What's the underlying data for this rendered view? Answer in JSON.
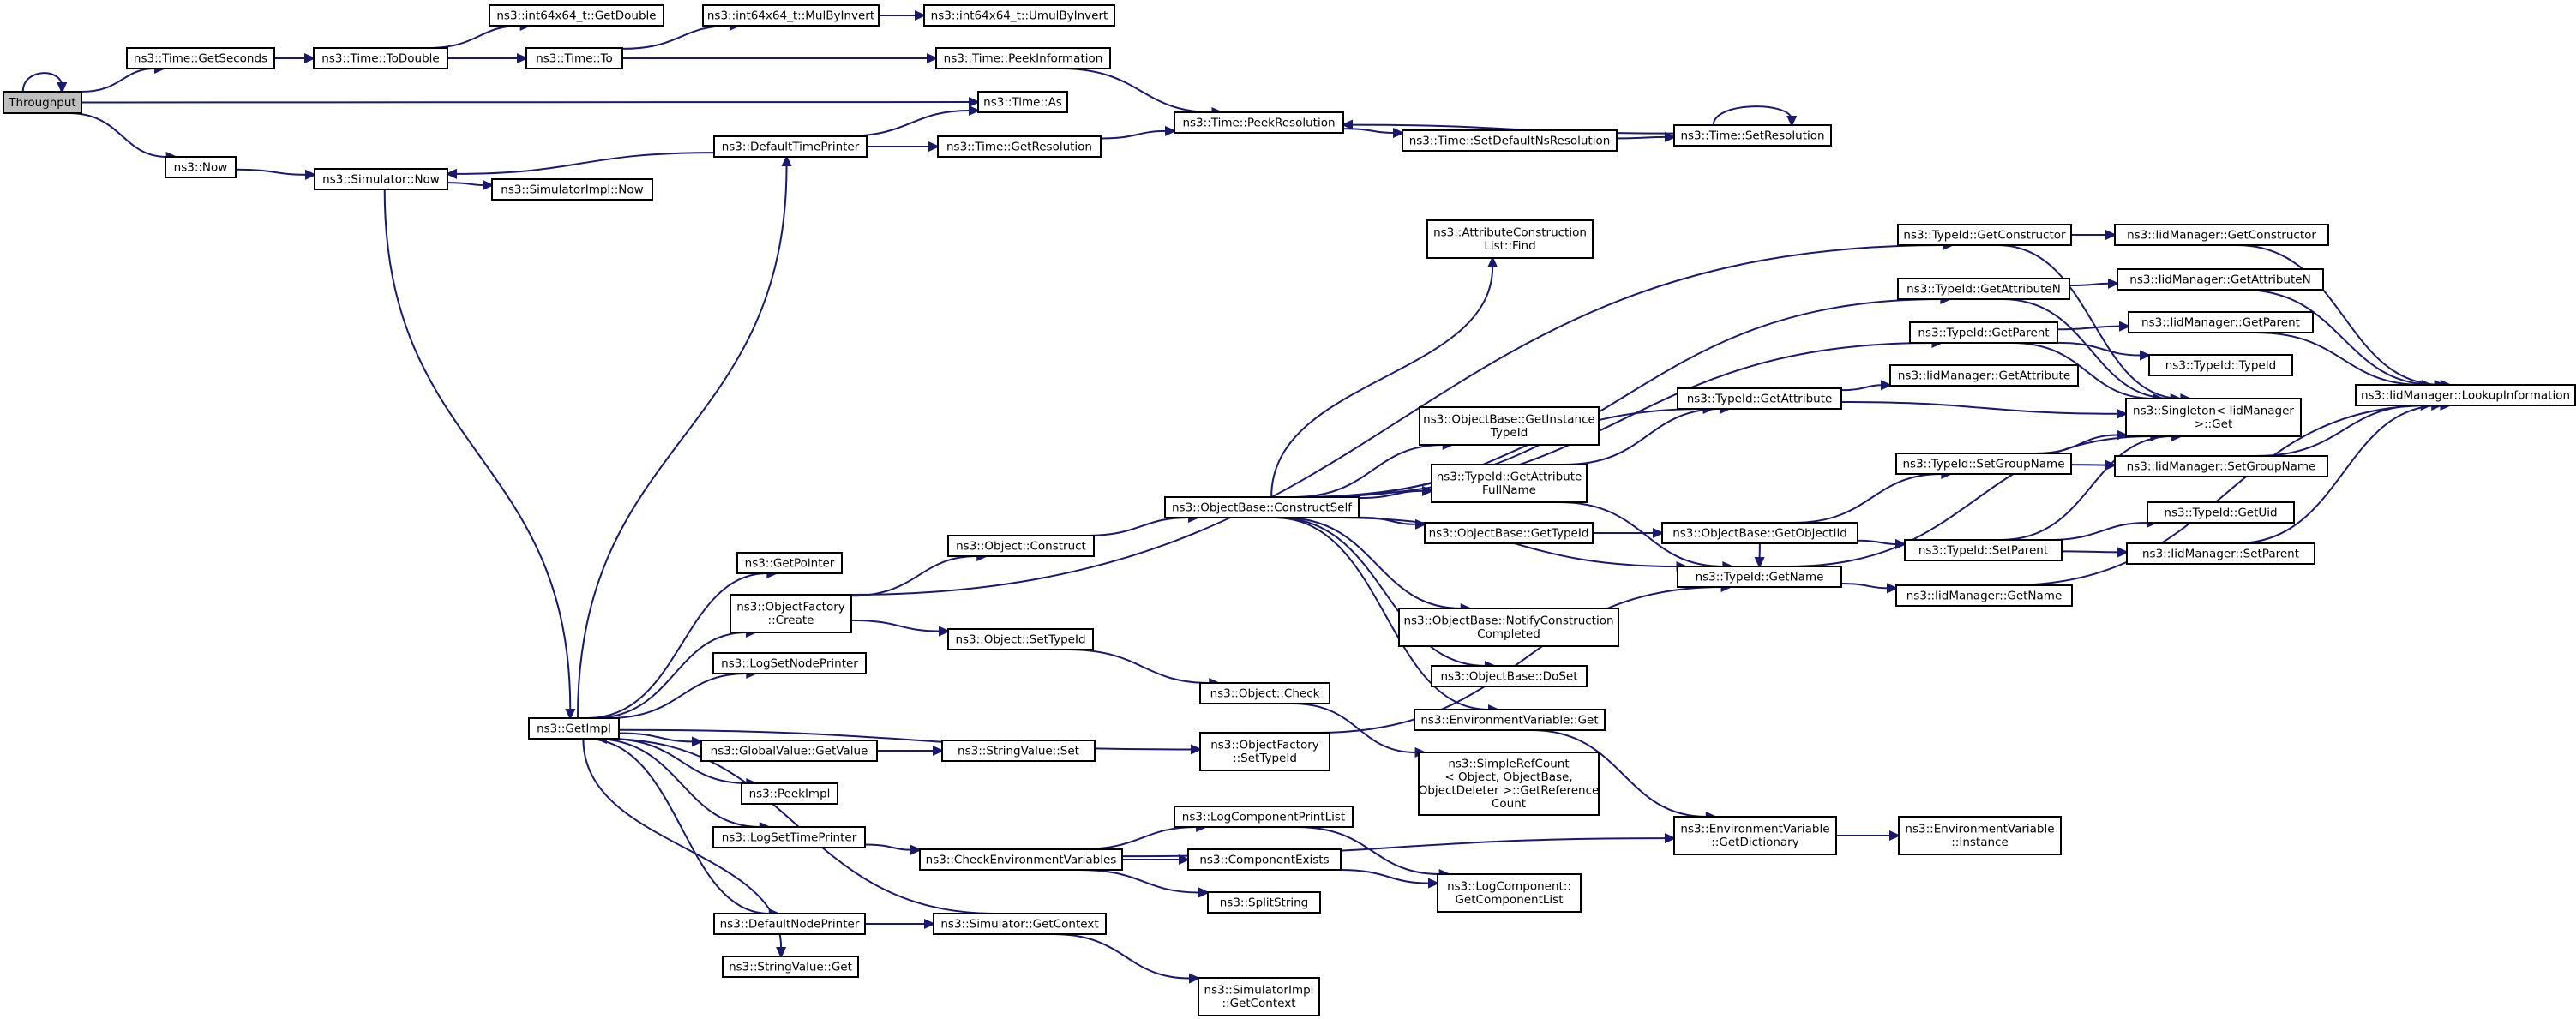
{
  "nodes": [
    {
      "id": "throughput",
      "lines": [
        "Throughput"
      ],
      "root": true
    },
    {
      "id": "getseconds",
      "lines": [
        "ns3::Time::GetSeconds"
      ]
    },
    {
      "id": "todouble",
      "lines": [
        "ns3::Time::ToDouble"
      ]
    },
    {
      "id": "int_getdouble",
      "lines": [
        "ns3::int64x64_t::GetDouble"
      ]
    },
    {
      "id": "time_to",
      "lines": [
        "ns3::Time::To"
      ]
    },
    {
      "id": "mulbyinvert",
      "lines": [
        "ns3::int64x64_t::MulByInvert"
      ]
    },
    {
      "id": "umulbyinvert",
      "lines": [
        "ns3::int64x64_t::UmulByInvert"
      ]
    },
    {
      "id": "peekinformation",
      "lines": [
        "ns3::Time::PeekInformation"
      ]
    },
    {
      "id": "time_as",
      "lines": [
        "ns3::Time::As"
      ]
    },
    {
      "id": "peekresolution",
      "lines": [
        "ns3::Time::PeekResolution"
      ]
    },
    {
      "id": "defaulttimeprinter",
      "lines": [
        "ns3::DefaultTimePrinter"
      ]
    },
    {
      "id": "getresolution",
      "lines": [
        "ns3::Time::GetResolution"
      ]
    },
    {
      "id": "setdefaultnsres",
      "lines": [
        "ns3::Time::SetDefaultNsResolution"
      ]
    },
    {
      "id": "setresolution",
      "lines": [
        "ns3::Time::SetResolution"
      ]
    },
    {
      "id": "ns3now",
      "lines": [
        "ns3::Now"
      ]
    },
    {
      "id": "simulatornow",
      "lines": [
        "ns3::Simulator::Now"
      ]
    },
    {
      "id": "simulatorimplnow",
      "lines": [
        "ns3::SimulatorImpl::Now"
      ]
    },
    {
      "id": "getimpl",
      "lines": [
        "ns3::GetImpl"
      ]
    },
    {
      "id": "getpointer",
      "lines": [
        "ns3::GetPointer"
      ]
    },
    {
      "id": "objectfactorycreate",
      "lines": [
        "ns3::ObjectFactory",
        "::Create"
      ]
    },
    {
      "id": "logsetnodeprinter",
      "lines": [
        "ns3::LogSetNodePrinter"
      ]
    },
    {
      "id": "globalvalueget",
      "lines": [
        "ns3::GlobalValue::GetValue"
      ]
    },
    {
      "id": "stringvalueset",
      "lines": [
        "ns3::StringValue::Set"
      ]
    },
    {
      "id": "peekimpl",
      "lines": [
        "ns3::PeekImpl"
      ]
    },
    {
      "id": "logsettimeprinter",
      "lines": [
        "ns3::LogSetTimePrinter"
      ]
    },
    {
      "id": "checkenvvars",
      "lines": [
        "ns3::CheckEnvironmentVariables"
      ]
    },
    {
      "id": "defaultnodeprinter",
      "lines": [
        "ns3::DefaultNodePrinter"
      ]
    },
    {
      "id": "simgetcontext",
      "lines": [
        "ns3::Simulator::GetContext"
      ]
    },
    {
      "id": "stringvalueget",
      "lines": [
        "ns3::StringValue::Get"
      ]
    },
    {
      "id": "simimplgetcontext",
      "lines": [
        "ns3::SimulatorImpl",
        "::GetContext"
      ]
    },
    {
      "id": "objectconstruct",
      "lines": [
        "ns3::Object::Construct"
      ]
    },
    {
      "id": "objectsettypeid",
      "lines": [
        "ns3::Object::SetTypeId"
      ]
    },
    {
      "id": "objectcheck",
      "lines": [
        "ns3::Object::Check"
      ]
    },
    {
      "id": "objfactorysettypeid",
      "lines": [
        "ns3::ObjectFactory",
        "::SetTypeId"
      ]
    },
    {
      "id": "logcompprintlist",
      "lines": [
        "ns3::LogComponentPrintList"
      ]
    },
    {
      "id": "componentexists",
      "lines": [
        "ns3::ComponentExists"
      ]
    },
    {
      "id": "splitstring",
      "lines": [
        "ns3::SplitString"
      ]
    },
    {
      "id": "constructself",
      "lines": [
        "ns3::ObjectBase::ConstructSelf"
      ]
    },
    {
      "id": "attrconstlistfind",
      "lines": [
        "ns3::AttributeConstruction",
        "List::Find"
      ]
    },
    {
      "id": "getinstancetypeid",
      "lines": [
        "ns3::ObjectBase::GetInstance",
        "TypeId"
      ]
    },
    {
      "id": "getattrfullname",
      "lines": [
        "ns3::TypeId::GetAttribute",
        "FullName"
      ]
    },
    {
      "id": "objbasegettypeid",
      "lines": [
        "ns3::ObjectBase::GetTypeId"
      ]
    },
    {
      "id": "notifyconstcompleted",
      "lines": [
        "ns3::ObjectBase::NotifyConstruction",
        "Completed"
      ]
    },
    {
      "id": "doset",
      "lines": [
        "ns3::ObjectBase::DoSet"
      ]
    },
    {
      "id": "envvarget",
      "lines": [
        "ns3::EnvironmentVariable::Get"
      ]
    },
    {
      "id": "simplerefcount",
      "lines": [
        "ns3::SimpleRefCount",
        "< Object, ObjectBase,",
        "ObjectDeleter >::GetReference",
        "Count"
      ]
    },
    {
      "id": "getcomponentlist",
      "lines": [
        "ns3::LogComponent::",
        "GetComponentList"
      ]
    },
    {
      "id": "typeidgetattribute",
      "lines": [
        "ns3::TypeId::GetAttribute"
      ]
    },
    {
      "id": "getobjectiid",
      "lines": [
        "ns3::ObjectBase::GetObjectIid"
      ]
    },
    {
      "id": "typeidgetname",
      "lines": [
        "ns3::TypeId::GetName"
      ]
    },
    {
      "id": "envvargetdict",
      "lines": [
        "ns3::EnvironmentVariable",
        "::GetDictionary"
      ]
    },
    {
      "id": "typeidgetconstructor",
      "lines": [
        "ns3::TypeId::GetConstructor"
      ]
    },
    {
      "id": "typeidgetattributen",
      "lines": [
        "ns3::TypeId::GetAttributeN"
      ]
    },
    {
      "id": "typeidgetparent",
      "lines": [
        "ns3::TypeId::GetParent"
      ]
    },
    {
      "id": "typeidsetgroupname",
      "lines": [
        "ns3::TypeId::SetGroupName"
      ]
    },
    {
      "id": "typeidsetparent",
      "lines": [
        "ns3::TypeId::SetParent"
      ]
    },
    {
      "id": "iidmgrgetname",
      "lines": [
        "ns3::IidManager::GetName"
      ]
    },
    {
      "id": "envvarinstance",
      "lines": [
        "ns3::EnvironmentVariable",
        "::Instance"
      ]
    },
    {
      "id": "iidmgrgetconstructor",
      "lines": [
        "ns3::IidManager::GetConstructor"
      ]
    },
    {
      "id": "iidmgrgetattributen",
      "lines": [
        "ns3::IidManager::GetAttributeN"
      ]
    },
    {
      "id": "iidmgrgetparent",
      "lines": [
        "ns3::IidManager::GetParent"
      ]
    },
    {
      "id": "typeidtypeid",
      "lines": [
        "ns3::TypeId::TypeId"
      ]
    },
    {
      "id": "iidmgrgetattribute",
      "lines": [
        "ns3::IidManager::GetAttribute"
      ]
    },
    {
      "id": "singletonget",
      "lines": [
        "ns3::Singleton< IidManager",
        ">::Get"
      ]
    },
    {
      "id": "iidmgrsetgroupname",
      "lines": [
        "ns3::IidManager::SetGroupName"
      ]
    },
    {
      "id": "typeidgetuid",
      "lines": [
        "ns3::TypeId::GetUid"
      ]
    },
    {
      "id": "iidmgrsetparent",
      "lines": [
        "ns3::IidManager::SetParent"
      ]
    },
    {
      "id": "lookupinformation",
      "lines": [
        "ns3::IidManager::LookupInformation"
      ]
    }
  ],
  "edges": [
    [
      "throughput",
      "throughput"
    ],
    [
      "throughput",
      "getseconds"
    ],
    [
      "throughput",
      "time_as"
    ],
    [
      "throughput",
      "ns3now"
    ],
    [
      "getseconds",
      "todouble"
    ],
    [
      "todouble",
      "int_getdouble"
    ],
    [
      "todouble",
      "time_to"
    ],
    [
      "time_to",
      "mulbyinvert"
    ],
    [
      "time_to",
      "peekinformation"
    ],
    [
      "mulbyinvert",
      "umulbyinvert"
    ],
    [
      "peekinformation",
      "peekresolution"
    ],
    [
      "ns3now",
      "simulatornow"
    ],
    [
      "simulatornow",
      "simulatorimplnow"
    ],
    [
      "simulatornow",
      "getimpl"
    ],
    [
      "defaulttimeprinter",
      "simulatornow"
    ],
    [
      "defaulttimeprinter",
      "time_as"
    ],
    [
      "defaulttimeprinter",
      "getresolution"
    ],
    [
      "getresolution",
      "peekresolution"
    ],
    [
      "peekresolution",
      "setdefaultnsres"
    ],
    [
      "setdefaultnsres",
      "setresolution"
    ],
    [
      "setresolution",
      "setresolution"
    ],
    [
      "setresolution",
      "peekresolution"
    ],
    [
      "getimpl",
      "defaulttimeprinter"
    ],
    [
      "getimpl",
      "getpointer"
    ],
    [
      "getimpl",
      "objectfactorycreate"
    ],
    [
      "getimpl",
      "logsetnodeprinter"
    ],
    [
      "getimpl",
      "globalvalueget"
    ],
    [
      "getimpl",
      "objfactorysettypeid"
    ],
    [
      "getimpl",
      "peekimpl"
    ],
    [
      "getimpl",
      "logsettimeprinter"
    ],
    [
      "getimpl",
      "defaultnodeprinter"
    ],
    [
      "getimpl",
      "stringvalueget"
    ],
    [
      "simgetcontext",
      "getimpl"
    ],
    [
      "simgetcontext",
      "simimplgetcontext"
    ],
    [
      "defaultnodeprinter",
      "simgetcontext"
    ],
    [
      "globalvalueget",
      "stringvalueset"
    ],
    [
      "logsettimeprinter",
      "checkenvvars"
    ],
    [
      "checkenvvars",
      "logcompprintlist"
    ],
    [
      "checkenvvars",
      "componentexists"
    ],
    [
      "checkenvvars",
      "splitstring"
    ],
    [
      "checkenvvars",
      "envvargetdict"
    ],
    [
      "logcompprintlist",
      "getcomponentlist"
    ],
    [
      "componentexists",
      "getcomponentlist"
    ],
    [
      "objectfactorycreate",
      "typeidgetconstructor"
    ],
    [
      "objectfactorycreate",
      "objectconstruct"
    ],
    [
      "objectfactorycreate",
      "objectsettypeid"
    ],
    [
      "objectsettypeid",
      "objectcheck"
    ],
    [
      "objectcheck",
      "simplerefcount"
    ],
    [
      "objfactorysettypeid",
      "typeidgetname"
    ],
    [
      "objectconstruct",
      "constructself"
    ],
    [
      "constructself",
      "attrconstlistfind"
    ],
    [
      "constructself",
      "typeidgetattributen"
    ],
    [
      "constructself",
      "typeidgetparent"
    ],
    [
      "constructself",
      "typeidgetattribute"
    ],
    [
      "constructself",
      "getinstancetypeid"
    ],
    [
      "constructself",
      "getattrfullname"
    ],
    [
      "constructself",
      "objbasegettypeid"
    ],
    [
      "constructself",
      "typeidgetname"
    ],
    [
      "constructself",
      "notifyconstcompleted"
    ],
    [
      "constructself",
      "doset"
    ],
    [
      "constructself",
      "envvarget"
    ],
    [
      "envvarget",
      "envvargetdict"
    ],
    [
      "envvargetdict",
      "envvarinstance"
    ],
    [
      "getattrfullname",
      "typeidgetattribute"
    ],
    [
      "getattrfullname",
      "typeidgetname"
    ],
    [
      "objbasegettypeid",
      "getobjectiid"
    ],
    [
      "getobjectiid",
      "typeidgetname"
    ],
    [
      "getobjectiid",
      "typeidsetgroupname"
    ],
    [
      "getobjectiid",
      "typeidsetparent"
    ],
    [
      "typeidgetattribute",
      "iidmgrgetattribute"
    ],
    [
      "typeidgetattribute",
      "singletonget"
    ],
    [
      "typeidgetname",
      "singletonget"
    ],
    [
      "typeidgetname",
      "iidmgrgetname"
    ],
    [
      "typeidgetconstructor",
      "iidmgrgetconstructor"
    ],
    [
      "typeidgetconstructor",
      "singletonget"
    ],
    [
      "typeidgetattributen",
      "iidmgrgetattributen"
    ],
    [
      "typeidgetattributen",
      "singletonget"
    ],
    [
      "typeidgetparent",
      "iidmgrgetparent"
    ],
    [
      "typeidgetparent",
      "singletonget"
    ],
    [
      "typeidgetparent",
      "typeidtypeid"
    ],
    [
      "typeidsetgroupname",
      "singletonget"
    ],
    [
      "typeidsetgroupname",
      "iidmgrsetgroupname"
    ],
    [
      "typeidsetparent",
      "singletonget"
    ],
    [
      "typeidsetparent",
      "typeidgetuid"
    ],
    [
      "typeidsetparent",
      "iidmgrsetparent"
    ],
    [
      "iidmgrgetconstructor",
      "lookupinformation"
    ],
    [
      "iidmgrgetattributen",
      "lookupinformation"
    ],
    [
      "iidmgrgetparent",
      "lookupinformation"
    ],
    [
      "iidmgrsetgroupname",
      "lookupinformation"
    ],
    [
      "iidmgrsetparent",
      "lookupinformation"
    ],
    [
      "iidmgrgetname",
      "lookupinformation"
    ]
  ],
  "colors": {
    "edge": "#191970",
    "node_border": "#000000",
    "root_fill": "#bfbfbf",
    "node_fill": "#ffffff"
  }
}
